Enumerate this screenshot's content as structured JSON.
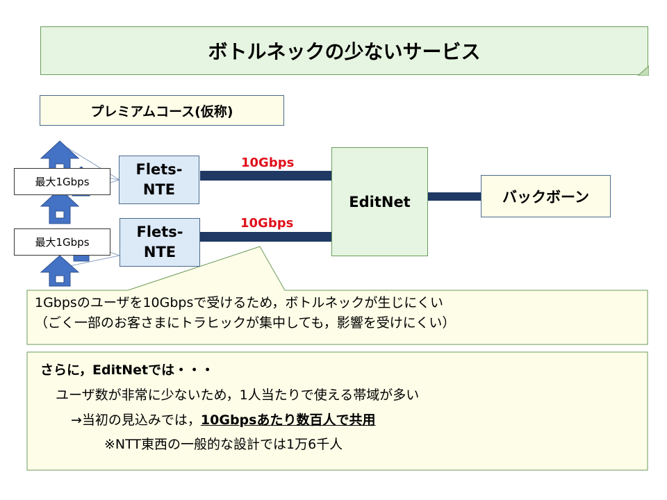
{
  "title": "ボトルネックの少ないサービス",
  "subtitle": "プレミアムコース(仮称)",
  "nodes": {
    "nte_top": {
      "line1": "Flets-",
      "line2": "NTE"
    },
    "nte_bottom": {
      "line1": "Flets-",
      "line2": "NTE"
    },
    "editnet": "EditNet",
    "backbone": "バックボーン"
  },
  "links": {
    "top_speed": "10Gbps",
    "bottom_speed": "10Gbps"
  },
  "user_limits": {
    "top": "最大1Gbps",
    "bottom": "最大1Gbps"
  },
  "callout": {
    "line1": "1Gbpsのユーザを10Gbpsで受けるため，ボトルネックが生じにくい",
    "line2": "（ごく一部のお客さまにトラヒックが集中しても，影響を受けにくい）"
  },
  "info": {
    "heading": "さらに，EditNetでは・・・",
    "line1": "ユーザ数が非常に少ないため，1人当たりで使える帯域が多い",
    "line2_prefix": "→当初の見込みでは，",
    "line2_highlight": "10Gbpsあたり数百人で共用",
    "line3": "※NTT東西の一般的な設計では1万6千人"
  },
  "colors": {
    "house": "#4472c4",
    "link": "#1f3864",
    "speed_text": "#e0101a",
    "green_fill": "#e6f5e1",
    "yellow_fill": "#fdfde8",
    "blue_fill": "#dce9f7"
  }
}
